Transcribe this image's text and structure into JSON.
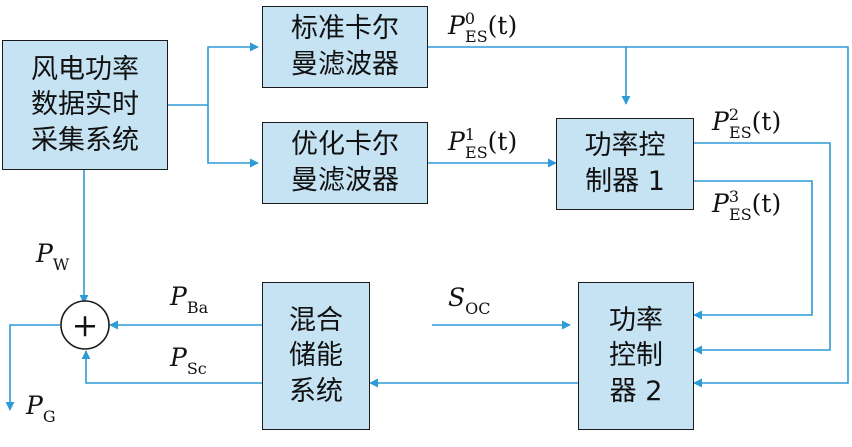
{
  "blocks": {
    "wind": "风电功率\n数据实时\n采集系统",
    "standard_kf": "标准卡尔\n曼滤波器",
    "optimized_kf": "优化卡尔\n曼滤波器",
    "ctrl1": "功率控\n制器 1",
    "hess": "混合\n储能\n系统",
    "ctrl2": "功率\n控制\n器 2"
  },
  "sum_symbol": "+",
  "signals": {
    "pes0": {
      "base": "P",
      "sub": "ES",
      "sup": "0",
      "arg": "(t)"
    },
    "pes1": {
      "base": "P",
      "sub": "ES",
      "sup": "1",
      "arg": "(t)"
    },
    "pes2": {
      "base": "P",
      "sub": "ES",
      "sup": "2",
      "arg": "(t)"
    },
    "pes3": {
      "base": "P",
      "sub": "ES",
      "sup": "3",
      "arg": "(t)"
    },
    "pw": {
      "base": "P",
      "sub": "W"
    },
    "pba": {
      "base": "P",
      "sub": "Ba"
    },
    "psc": {
      "base": "P",
      "sub": "Sc"
    },
    "soc": {
      "base": "S",
      "sub": "OC"
    },
    "pg": {
      "base": "P",
      "sub": "G"
    }
  },
  "colors": {
    "box_fill": "#c6e3f3",
    "line": "#2e9bd6",
    "border": "#1a1a1a"
  }
}
